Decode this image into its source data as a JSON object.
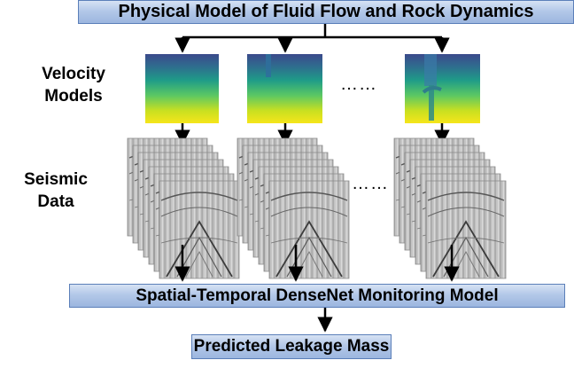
{
  "top_box": {
    "label": "Physical Model of Fluid Flow and Rock Dynamics"
  },
  "velocity_label": {
    "line1": "Velocity",
    "line2": "Models"
  },
  "seismic_label": {
    "line1": "Seismic",
    "line2": "Data"
  },
  "ellipsis": {
    "velocity": "……",
    "seismic": "……"
  },
  "middle_box": {
    "label": "Spatial-Temporal DenseNet Monitoring Model"
  },
  "bottom_box": {
    "label": "Predicted Leakage Mass"
  },
  "colors": {
    "box_fill": "#b3c8e8",
    "box_border": "#5b7fb9",
    "velocity_top": "#3a4f8f",
    "velocity_mid": "#20a585",
    "velocity_bottom": "#f4e51c",
    "arrow": "#000000"
  },
  "icons": [
    "velocity-model-image",
    "seismic-gather-stack",
    "arrow"
  ]
}
